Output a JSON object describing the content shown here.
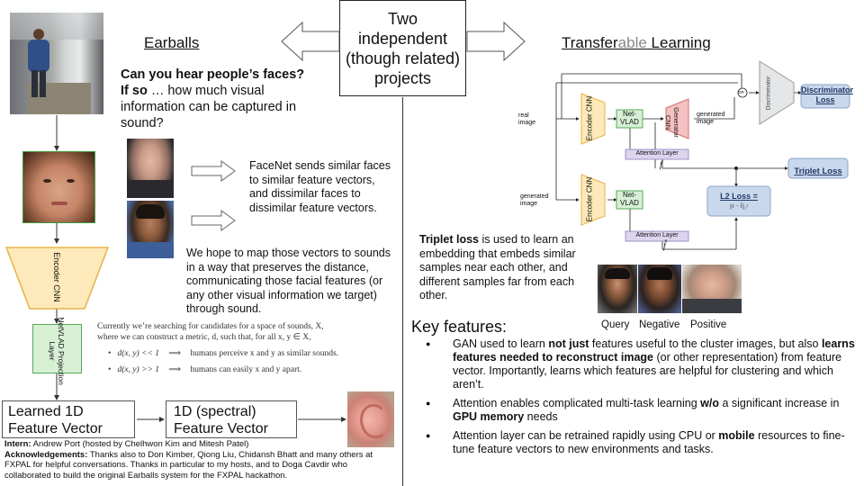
{
  "center_box": {
    "text": [
      "Two",
      "independent",
      "(though related)",
      "projects"
    ]
  },
  "left": {
    "title": "Earballs",
    "question_bold": "Can you hear people’s faces?",
    "if_so_bold": "If so",
    "if_so_rest": "… how much visual information can be captured in sound?",
    "facenet_text": "FaceNet sends similar faces to similar feature vectors, and dissimilar faces to dissimilar feature vectors.",
    "hope_text": "We hope to map those vectors to sounds in a way that preserves the distance, communicating those facial features (or any other visual information we target) through sound.",
    "encoder_label": "Encoder CNN",
    "netvlad_label": "NetVLAD Projection Layer",
    "math_line1": "Currently we’re searching for candidates for a space of sounds, X,",
    "math_line2": "where we can construct a metric, d, such that, for all x, y ∈ X,",
    "math_b1_left": "d(x, y) << 1",
    "math_b1_arrow": "⟹",
    "math_b1_right": "humans perceive x and y as similar sounds.",
    "math_b2_left": "d(x, y) >> 1",
    "math_b2_arrow": "⟹",
    "math_b2_right": "humans can easily x and y apart.",
    "learned_vec": [
      "Learned 1D",
      "Feature Vector"
    ],
    "spectral_vec": [
      "1D (spectral)",
      "Feature Vector"
    ],
    "intern_label": "Intern:",
    "intern_text": " Andrew Port (hosted by Chelhwon Kim and Mitesh Patel)",
    "ack_label": "Acknowledgements:",
    "ack_text": "  Thanks also to Don Kimber, Qiong Liu, Chidansh Bhatt and many others at FXPAL for helpful conversations.  Thanks in particular to my hosts, and to Doga Cavdir who collaborated to build the original Earballs system for the FXPAL hackathon."
  },
  "right": {
    "title_a": "Transfer",
    "title_b": "able",
    "title_c": " Learning",
    "diagram": {
      "real_image": [
        "real",
        "image"
      ],
      "generated_image_top": [
        "generated",
        "image"
      ],
      "generated_image_left": [
        "generated",
        "image"
      ],
      "encoder": "Encoder CNN",
      "netvlad": "Net-VLAD",
      "generator": "Generator CNN",
      "attention_layer": "Attention Layer",
      "discriminator": "Discriminator",
      "discriminator_loss": "Discriminator Loss",
      "triplet_loss": "Triplet Loss",
      "l2_loss": "L2 Loss =",
      "l2_formula": "||f − f̂||₂²",
      "f_label": "f",
      "fhat_label": "f̂",
      "or_label": "OR"
    },
    "triplet_bold": "Triplet loss",
    "triplet_text": " is used to learn an embedding that embeds similar samples near each other, and different samples far from each other.",
    "labels": [
      "Query",
      "Negative",
      "Positive"
    ],
    "key_title": "Key features:",
    "bullets": [
      {
        "parts": [
          {
            "t": "GAN used to learn ",
            "b": false
          },
          {
            "t": "not just",
            "b": true
          },
          {
            "t": " features useful to the cluster images, but also ",
            "b": false
          },
          {
            "t": "learns features needed to reconstruct image",
            "b": true
          },
          {
            "t": " (or other representation) from feature vector.  Importantly, learns which features are helpful for clustering and which aren’t.",
            "b": false
          }
        ]
      },
      {
        "parts": [
          {
            "t": "Attention enables complicated multi-task learning ",
            "b": false
          },
          {
            "t": "w/o",
            "b": true
          },
          {
            "t": " a significant increase in ",
            "b": false
          },
          {
            "t": "GPU memory",
            "b": true
          },
          {
            "t": " needs",
            "b": false
          }
        ]
      },
      {
        "parts": [
          {
            "t": "Attention layer can be retrained rapidly using CPU or ",
            "b": false
          },
          {
            "t": "mobile",
            "b": true
          },
          {
            "t": " resources to fine-tune feature vectors to new environments and tasks.",
            "b": false
          }
        ]
      }
    ]
  },
  "colors": {
    "encoder_fill": "#fde9b9",
    "encoder_stroke": "#e8b24a",
    "netvlad_fill": "#d7f0d4",
    "netvlad_stroke": "#5aa85a",
    "generator_fill": "#f5c1c1",
    "attention_fill": "#ddd5ef",
    "loss_fill": "#c9d8ec"
  }
}
